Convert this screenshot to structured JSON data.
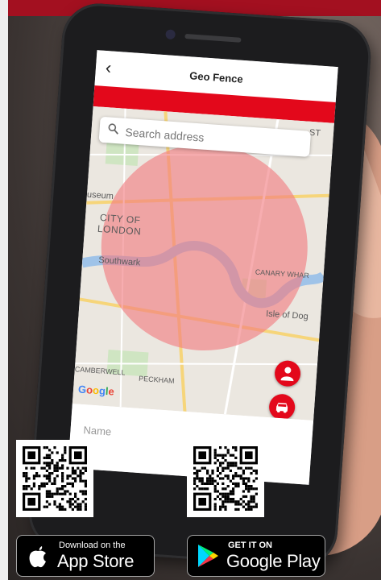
{
  "app": {
    "title": "Geo Fence",
    "back_icon": "chevron-left-icon"
  },
  "search": {
    "placeholder": "Search address",
    "value": ""
  },
  "map": {
    "labels": {
      "museum": "useum",
      "city": "CITY OF",
      "london": "LONDON",
      "southwark": "Southwark",
      "canary": "CANARY WHAR",
      "isle": "Isle of Dog",
      "camberwell": "CAMBERWELL",
      "peckham": "PECKHAM",
      "st": "ST"
    },
    "google_logo": [
      "G",
      "o",
      "o",
      "g",
      "l",
      "e"
    ],
    "google_colors": [
      "#4285F4",
      "#EA4335",
      "#FBBC05",
      "#4285F4",
      "#34A853",
      "#EA4335"
    ],
    "fence_color": "#f27a80",
    "fab_person_icon": "person-icon",
    "fab_car_icon": "car-icon"
  },
  "form": {
    "name_label": "Name"
  },
  "colors": {
    "accent_red": "#e3081b",
    "top_bar": "#a31020"
  },
  "stores": {
    "apple": {
      "small": "Download on the",
      "big": "App Store",
      "icon": "apple-icon"
    },
    "google": {
      "small": "GET IT ON",
      "big": "Google Play",
      "icon": "google-play-icon"
    }
  },
  "qr_codes": [
    "qr-code-app-store",
    "qr-code-google-play"
  ]
}
